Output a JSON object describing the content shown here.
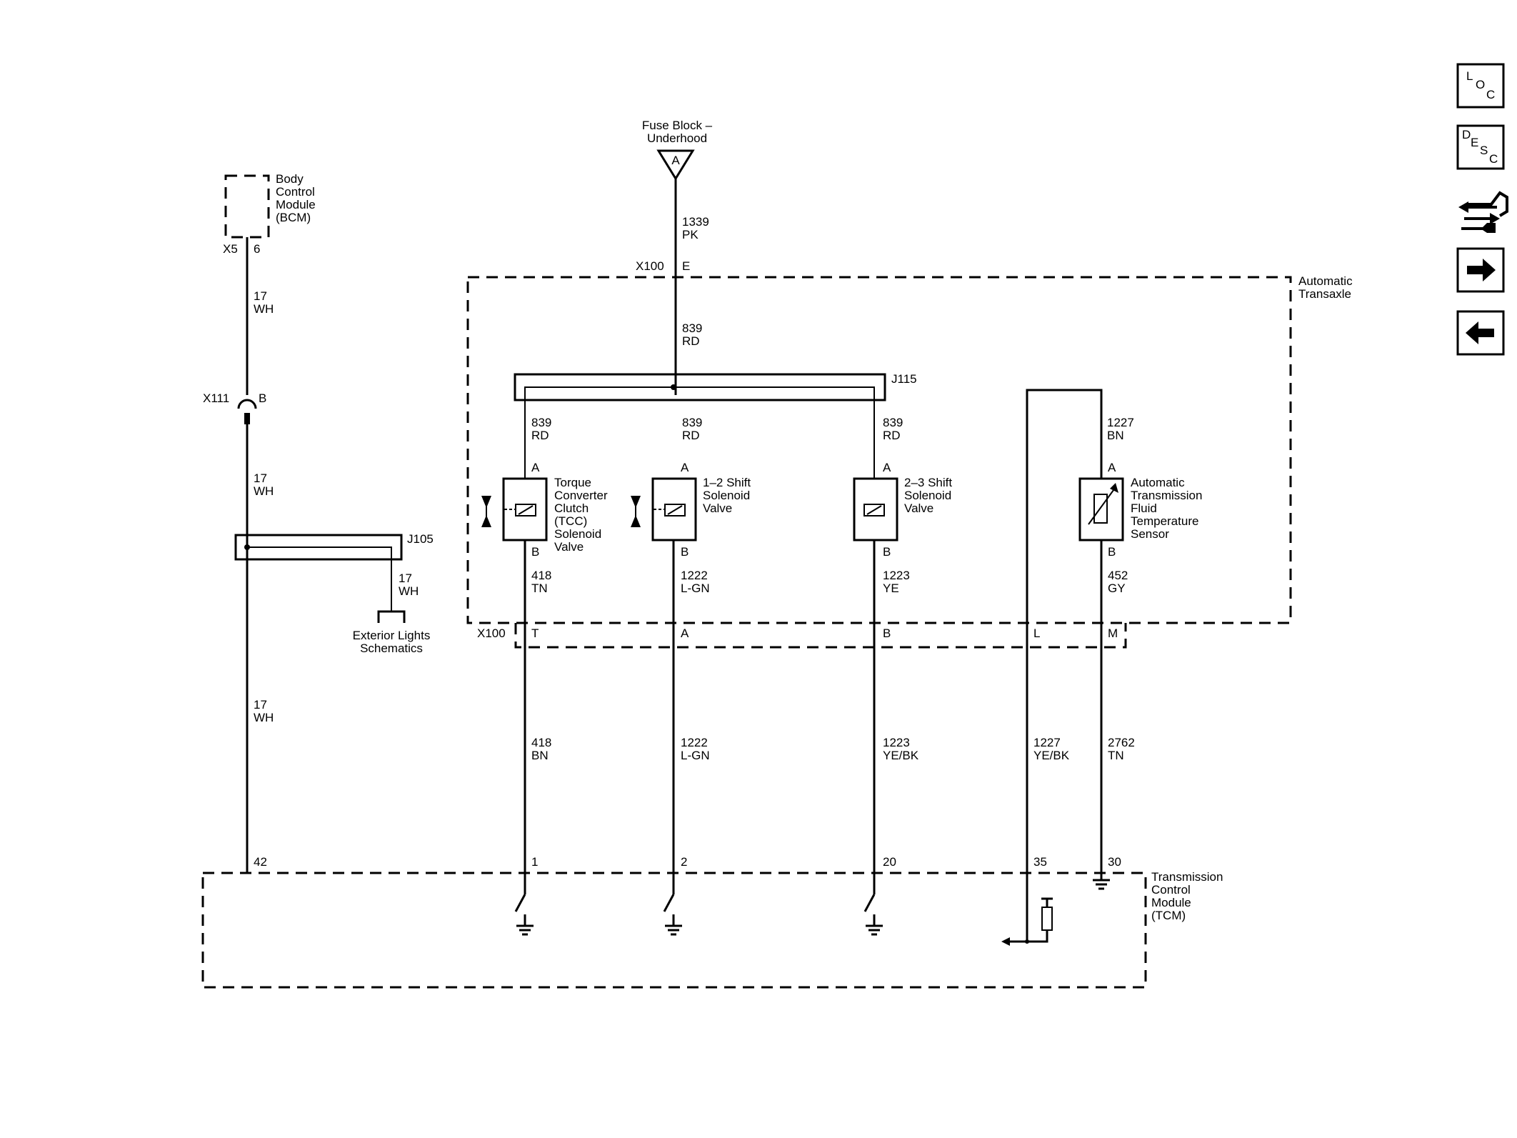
{
  "modules": {
    "bcm": [
      "Body",
      "Control",
      "Module",
      "(BCM)"
    ],
    "fuse_block": [
      "Fuse Block –",
      "Underhood"
    ],
    "fuse_pin": "A",
    "transaxle": [
      "Automatic",
      "Transaxle"
    ],
    "tcm": [
      "Transmission",
      "Control",
      "Module",
      "(TCM)"
    ],
    "exterior_lights": [
      "Exterior Lights",
      "Schematics"
    ]
  },
  "connectors": {
    "x5": "X5",
    "x5_pin": "6",
    "x111": "X111",
    "x111_pin": "B",
    "x100_top": "X100",
    "x100_top_pin": "E",
    "x100_bottom": "X100",
    "j115": "J115",
    "j105": "J105"
  },
  "wires": {
    "bcm_a": [
      "17",
      "WH"
    ],
    "bcm_b": [
      "17",
      "WH"
    ],
    "bcm_c": [
      "17",
      "WH"
    ],
    "j105_branch": [
      "17",
      "WH"
    ],
    "fuse_out": [
      "1339",
      "PK"
    ],
    "feed": [
      "839",
      "RD"
    ],
    "tcc_in": [
      "839",
      "RD"
    ],
    "ss12_in": [
      "839",
      "RD"
    ],
    "ss23_in": [
      "839",
      "RD"
    ],
    "temp_in": [
      "1227",
      "BN"
    ],
    "tcc_out": [
      "418",
      "TN"
    ],
    "ss12_out": [
      "1222",
      "L-GN"
    ],
    "ss23_out": [
      "1223",
      "YE"
    ],
    "temp_out": [
      "452",
      "GY"
    ],
    "tcc_tcm": [
      "418",
      "BN"
    ],
    "ss12_tcm": [
      "1222",
      "L-GN"
    ],
    "ss23_tcm": [
      "1223",
      "YE/BK"
    ],
    "temp_low_tcm": [
      "1227",
      "YE/BK"
    ],
    "temp_sig_tcm": [
      "2762",
      "TN"
    ]
  },
  "components": {
    "tcc": [
      "Torque",
      "Converter",
      "Clutch",
      "(TCC)",
      "Solenoid",
      "Valve"
    ],
    "ss12": [
      "1–2 Shift",
      "Solenoid",
      "Valve"
    ],
    "ss23": [
      "2–3 Shift",
      "Solenoid",
      "Valve"
    ],
    "temp": [
      "Automatic",
      "Transmission",
      "Fluid",
      "Temperature",
      "Sensor"
    ],
    "pin_a": "A",
    "pin_b": "B"
  },
  "x100_pins": [
    "T",
    "A",
    "B",
    "L",
    "M"
  ],
  "tcm_pins": [
    "42",
    "1",
    "2",
    "20",
    "35",
    "30"
  ],
  "nav_buttons": [
    {
      "name": "loc",
      "chars": [
        "L",
        "O",
        "C"
      ]
    },
    {
      "name": "desc",
      "chars": [
        "D",
        "E",
        "S",
        "C"
      ]
    },
    {
      "icon": "connector-icon"
    },
    {
      "icon": "arrow-right-icon"
    },
    {
      "icon": "arrow-left-icon"
    }
  ]
}
